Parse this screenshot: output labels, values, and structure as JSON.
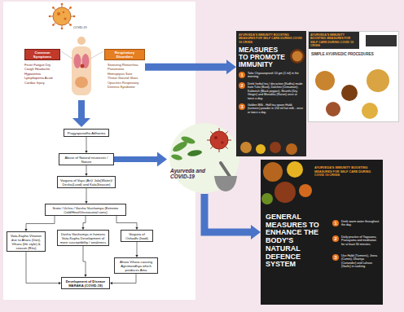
{
  "diagram": {
    "nodes": [
      {
        "text": [
          "Common Symptoms",
          "Fever Fatigue Dry Cough Headache Hypoxemia Lymphopenia Acute Cardiac Injury"
        ]
      },
      {
        "text": [
          "Respiratory Disorders",
          "Sneezing Rhinorrhea Pneumonia Hemoptysis Sore Throat Ground Glass Opacities Respiratory Distress Syndrome"
        ]
      },
      {
        "text": [
          "Pragyaparadha Adharma"
        ]
      },
      {
        "text": [
          "Abuse of Natural resources / Nature"
        ]
      },
      {
        "text": [
          "Vaiguna of Vayu (Air)/ Jala(Water)/ Desha(Land) and Kala(Season)"
        ]
      },
      {
        "text": [
          "Sroto / Uchra / Varsha Vaishamya (Extreme Cold/Heat/Unseasonal rains)"
        ]
      },
      {
        "text": [
          "Vata-Kapha Vitiation due to Ahara (Diet), Vihara (life style) & season (Ritu)"
        ]
      },
      {
        "text": [
          "Dosha Vaishamya in humans Vata-Kapha Development of more susceptibility / weakness"
        ]
      },
      {
        "text": [
          "Vaiguna of Oshadhi (food)"
        ]
      },
      {
        "text": [
          "Ahara Vihara causing Agnimandhya which produces Ama"
        ]
      },
      {
        "text": [
          "Development of Disease MARAKA (COVID-19)"
        ]
      },
      {
        "text": [
          "Ayurveda and COVID-19"
        ]
      },
      {
        "text": [
          "AYURVEDA'S IMMUNITY BOOSTING MEASURES FOR SELF CARE DURING COVID 19 CRISIS",
          "MEASURES TO PROMOTE IMMUNITY"
        ]
      },
      {
        "text": [
          "1",
          "Take Chyavanprash 10 gm (1 tsf) in the morning."
        ],
        "in": 12
      },
      {
        "text": [
          "2",
          "Drink herbal tea / decoction (Kadha) made from Tulsi (Basil), Dalchini (Cinnamon), Kalimirch (Black pepper), Shunthi (Dry Ginger) and Munakka (Raisin) once or twice a day."
        ],
        "in": 12
      },
      {
        "text": [
          "3",
          "Golden Milk - Half tea spoon Haldi (turmeric) powder in 150 ml hot milk - once or twice a day."
        ],
        "in": 12
      },
      {
        "text": [
          "AYURVEDA'S IMMUNITY BOOSTING MEASURES FOR SELF CARE DURING COVID 19 CRISIS",
          "SIMPLE AYURVEDIC PROCEDURES"
        ]
      },
      {
        "text": [
          "AYURVEDA'S IMMUNITY BOOSTING MEASURES FOR SELF CARE DURING COVID 19 CRISIS",
          "GENERAL MEASURES TO ENHANCE THE BODY'S NATURAL DEFENCE SYSTEM"
        ]
      },
      {
        "text": [
          "1",
          "Drink warm water throughout the day."
        ],
        "in": 17
      },
      {
        "text": [
          "2",
          "Daily practice of Yogasana, Pranayama and meditation for at least 30 minutes."
        ],
        "in": 17
      },
      {
        "text": [
          "3",
          "Use Haldi (Turmeric), Jeera (Cumin), Dhaniya (Coriander) and Lahsun (Garlic) in cooking."
        ],
        "in": 17
      }
    ],
    "edges": [
      {
        "from": 2,
        "to": 3,
        "arrow": "to"
      },
      {
        "from": 3,
        "to": 4,
        "arrow": "to"
      },
      {
        "from": 4,
        "to": 5,
        "arrow": "to"
      },
      {
        "from": 5,
        "to": 6,
        "arrow": "to"
      },
      {
        "from": 5,
        "to": 7,
        "arrow": "to"
      },
      {
        "from": 5,
        "to": 8,
        "arrow": "to"
      },
      {
        "from": 6,
        "to": 10,
        "arrow": "to"
      },
      {
        "from": 7,
        "to": 10,
        "arrow": "to"
      },
      {
        "from": 8,
        "to": 9,
        "arrow": "to"
      },
      {
        "from": 9,
        "to": 10,
        "arrow": "to"
      },
      {
        "from": 1,
        "to": 12,
        "arrow": "to"
      },
      {
        "from": 3,
        "to": 11,
        "arrow": "to"
      },
      {
        "from": 11,
        "to": 17,
        "arrow": "to"
      }
    ],
    "labels": [
      "COVID-19"
    ]
  }
}
